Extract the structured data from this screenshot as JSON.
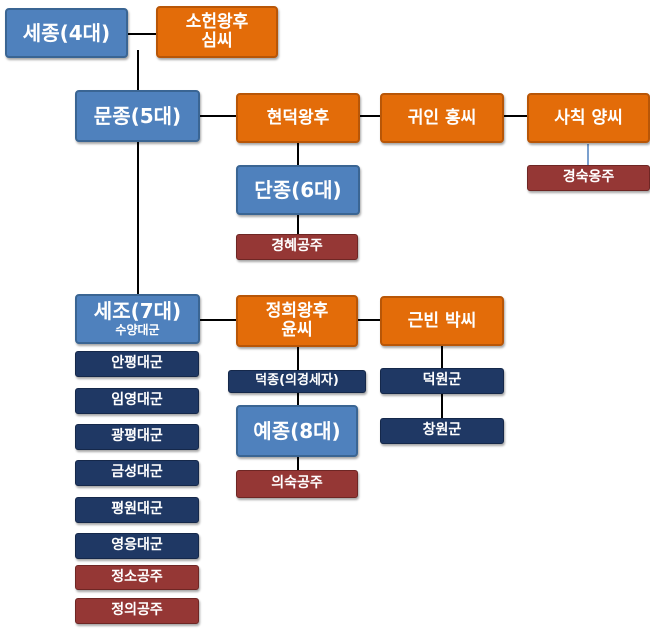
{
  "kings": {
    "sejong": "세종(4대)",
    "munjong": "문종(5대)",
    "danjong": "단종(6대)",
    "sejo": "세조(7대)",
    "sejo_sub": "수양대군",
    "yejong": "예종(8대)"
  },
  "consorts": {
    "soheon_line1": "소헌왕후",
    "soheon_line2": "심씨",
    "hyeondeok": "현덕왕후",
    "gwiin_hong": "귀인 홍씨",
    "sachik_yang": "사칙 양씨",
    "jeonghui_line1": "정희왕후",
    "jeonghui_line2": "윤씨",
    "geunbin_park": "근빈 박씨"
  },
  "children": {
    "gyeongsuk": "경숙옹주",
    "gyeonghye": "경혜공주",
    "sejo_children": [
      "안평대군",
      "임영대군",
      "광평대군",
      "금성대군",
      "평원대군",
      "영응대군",
      "정소공주",
      "정의공주"
    ],
    "deokjong": "덕종(의경세자)",
    "deogwon": "덕원군",
    "changwon": "창원군",
    "uisuk": "의숙공주"
  },
  "colors": {
    "king": "#4f81bd",
    "queen": "#e36c09",
    "son": "#1f3864",
    "daughter": "#953735",
    "line": "#000000"
  }
}
